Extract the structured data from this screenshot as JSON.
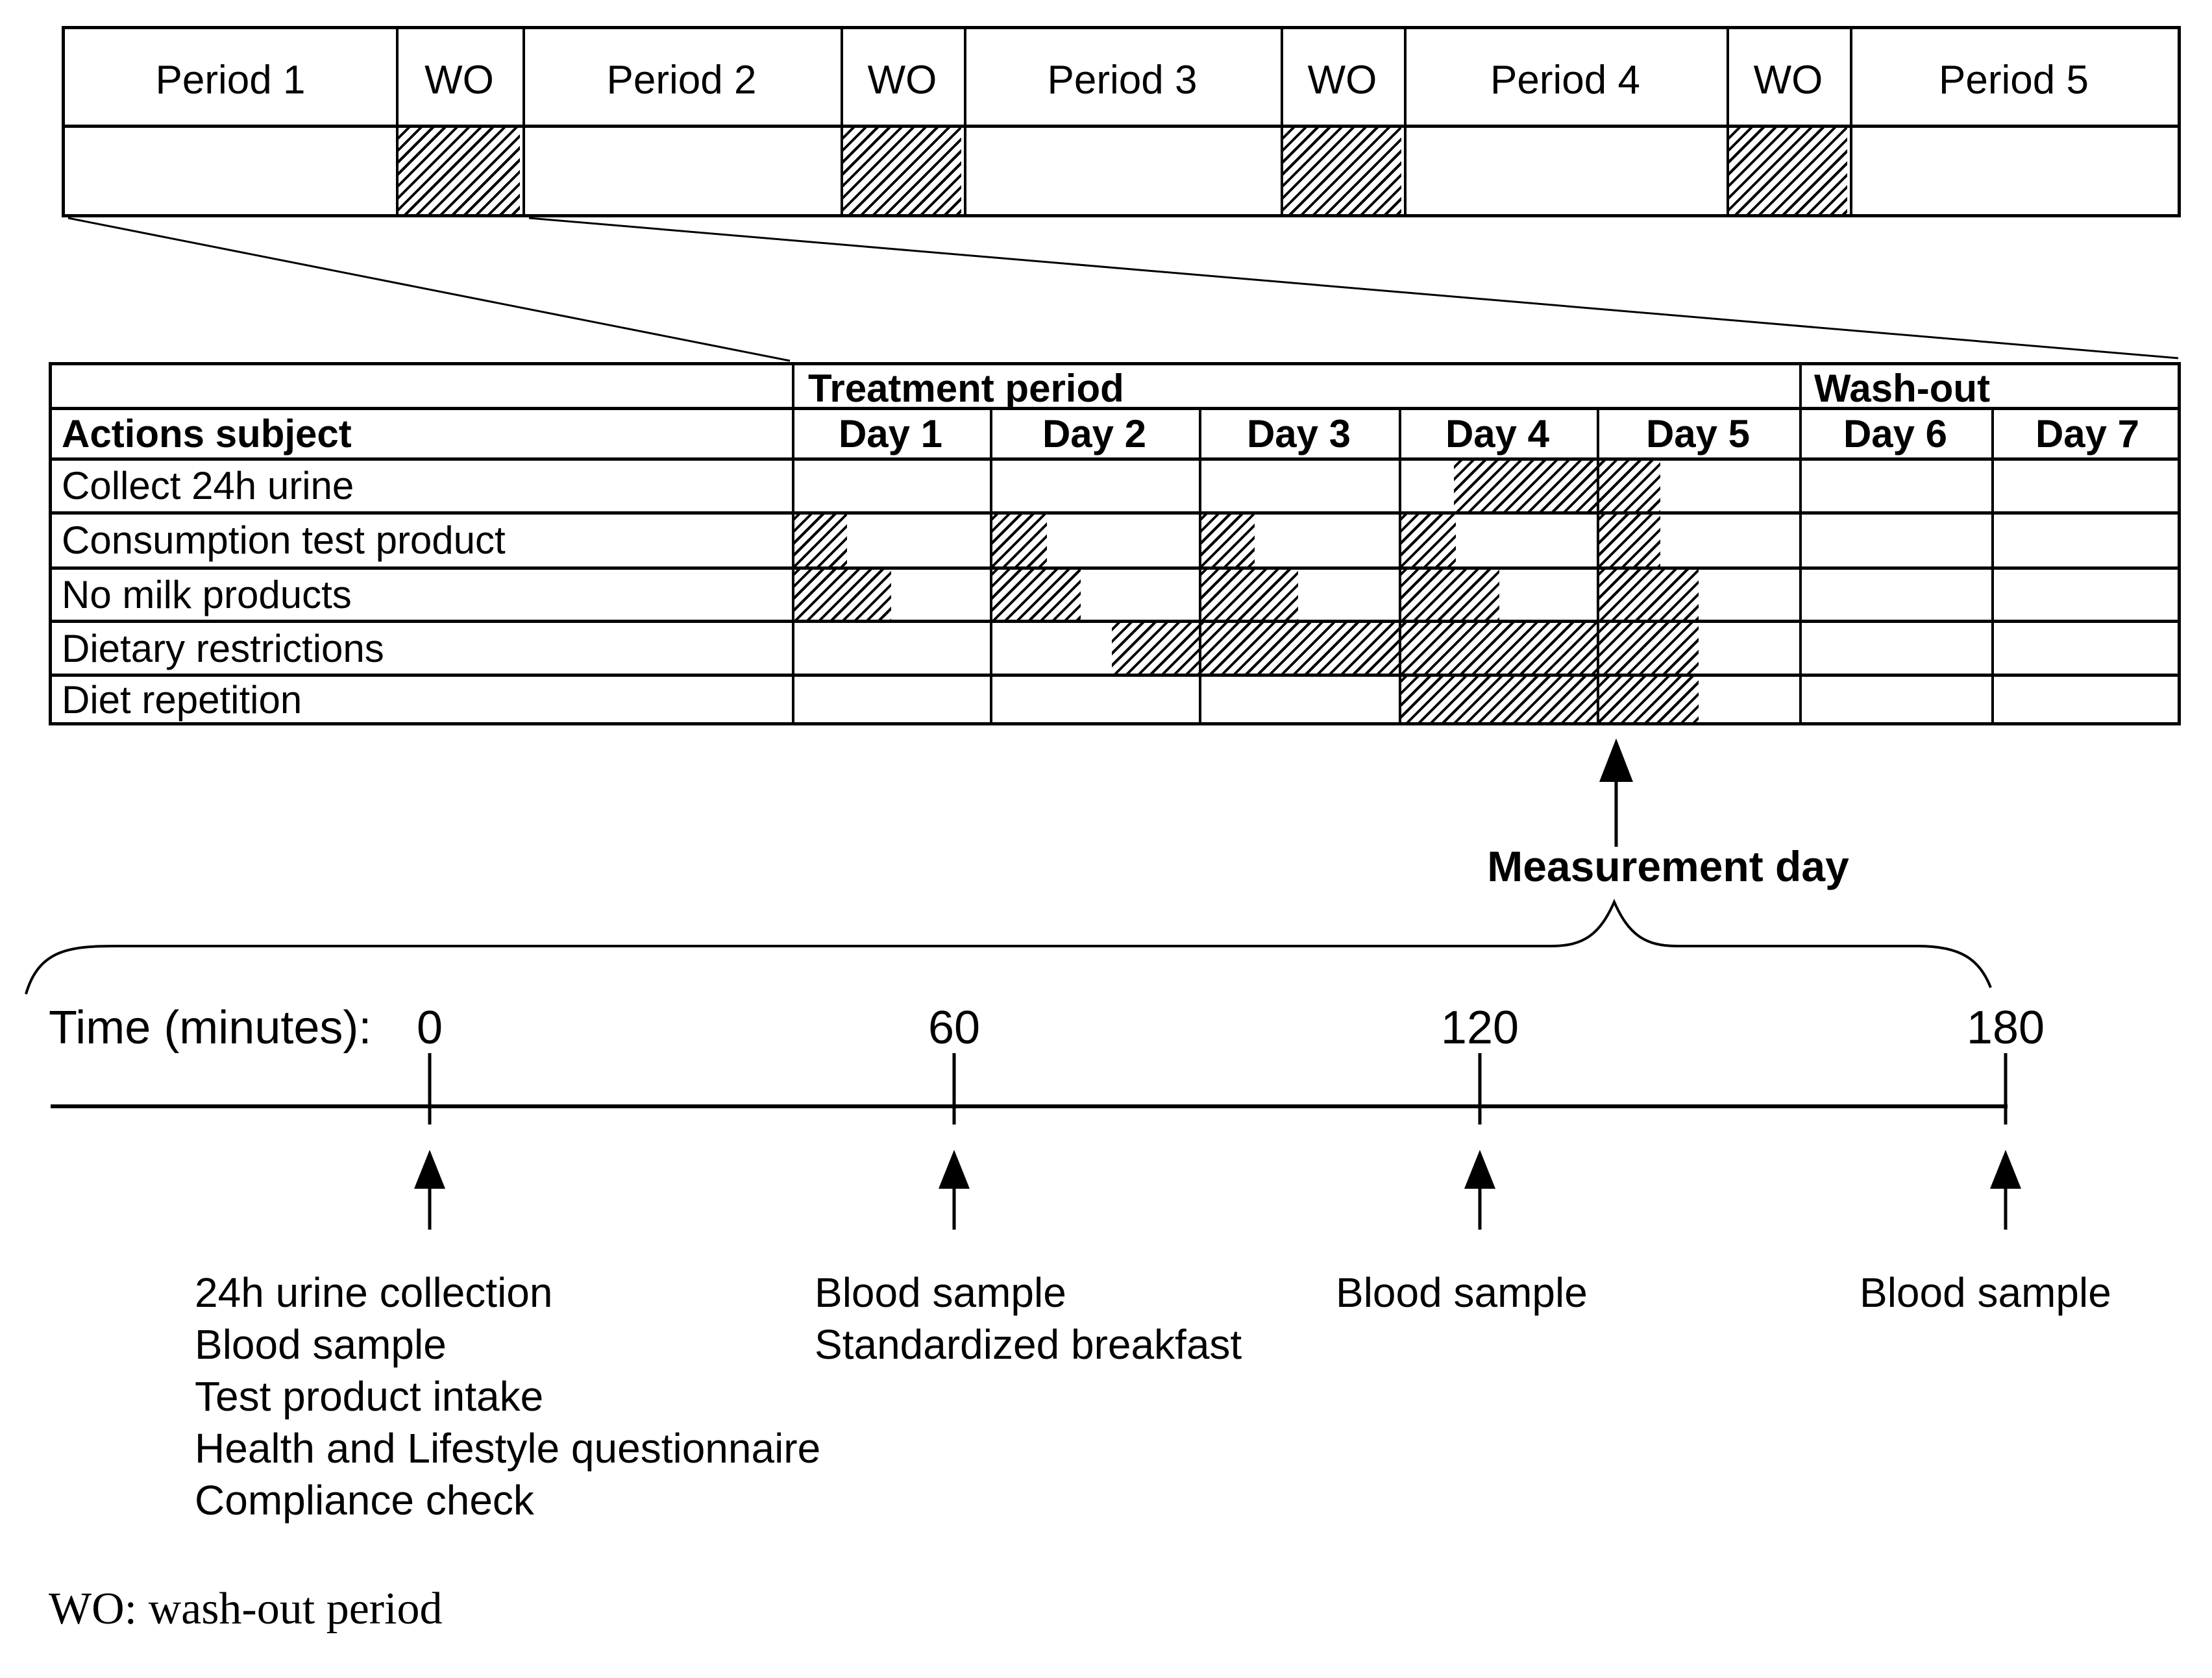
{
  "top_table": {
    "cells": [
      {
        "label": "Period 1",
        "type": "period"
      },
      {
        "label": "WO",
        "type": "washout"
      },
      {
        "label": "Period 2",
        "type": "period"
      },
      {
        "label": "WO",
        "type": "washout"
      },
      {
        "label": "Period 3",
        "type": "period"
      },
      {
        "label": "WO",
        "type": "washout"
      },
      {
        "label": "Period 4",
        "type": "period"
      },
      {
        "label": "WO",
        "type": "washout"
      },
      {
        "label": "Period 5",
        "type": "period"
      }
    ]
  },
  "middle_table": {
    "header_groups": {
      "treatment": "Treatment period",
      "washout": "Wash-out"
    },
    "col_header": "Actions subject",
    "day_headers": [
      "Day 1",
      "Day 2",
      "Day 3",
      "Day 4",
      "Day 5",
      "Day 6",
      "Day 7"
    ],
    "rows": [
      {
        "label": "Collect 24h urine"
      },
      {
        "label": "Consumption test product"
      },
      {
        "label": "No milk products"
      },
      {
        "label": "Dietary restrictions"
      },
      {
        "label": "Diet repetition"
      }
    ]
  },
  "schedule": {
    "note": "hatched intervals, expressed as day + fraction of day column",
    "rows": [
      {
        "action": "Collect 24h urine",
        "intervals": [
          {
            "from_day": 4,
            "from_frac": 0.28,
            "to_day": 5,
            "to_frac": 0.32
          }
        ]
      },
      {
        "action": "Consumption test product",
        "intervals": [
          {
            "from_day": 1,
            "from_frac": 0,
            "to_day": 1,
            "to_frac": 0.28
          },
          {
            "from_day": 2,
            "from_frac": 0,
            "to_day": 2,
            "to_frac": 0.28
          },
          {
            "from_day": 3,
            "from_frac": 0,
            "to_day": 3,
            "to_frac": 0.28
          },
          {
            "from_day": 4,
            "from_frac": 0,
            "to_day": 4,
            "to_frac": 0.29
          },
          {
            "from_day": 5,
            "from_frac": 0,
            "to_day": 5,
            "to_frac": 0.32
          }
        ]
      },
      {
        "action": "No milk products",
        "intervals": [
          {
            "from_day": 1,
            "from_frac": 0,
            "to_day": 1,
            "to_frac": 0.5
          },
          {
            "from_day": 2,
            "from_frac": 0,
            "to_day": 2,
            "to_frac": 0.44
          },
          {
            "from_day": 3,
            "from_frac": 0,
            "to_day": 3,
            "to_frac": 0.5
          },
          {
            "from_day": 4,
            "from_frac": 0,
            "to_day": 4,
            "to_frac": 0.5
          },
          {
            "from_day": 5,
            "from_frac": 0,
            "to_day": 5,
            "to_frac": 0.5
          }
        ]
      },
      {
        "action": "Dietary restrictions",
        "intervals": [
          {
            "from_day": 2,
            "from_frac": 0.6,
            "to_day": 5,
            "to_frac": 0.5
          }
        ]
      },
      {
        "action": "Diet repetition",
        "intervals": [
          {
            "from_day": 4,
            "from_frac": 0,
            "to_day": 5,
            "to_frac": 0.5
          }
        ]
      }
    ]
  },
  "measurement": {
    "label": "Measurement day",
    "points_to": "Day 5"
  },
  "timeline": {
    "axis_label": "Time (minutes):",
    "ticks": [
      "0",
      "60",
      "120",
      "180"
    ],
    "events": [
      {
        "time": "0",
        "lines": [
          "24h urine collection",
          "Blood sample",
          "Test product intake",
          "Health and Lifestyle questionnaire",
          "Compliance check"
        ]
      },
      {
        "time": "60",
        "lines": [
          "Blood sample",
          "Standardized breakfast"
        ]
      },
      {
        "time": "120",
        "lines": [
          "Blood sample"
        ]
      },
      {
        "time": "180",
        "lines": [
          "Blood sample"
        ]
      }
    ]
  },
  "footnote": "WO: wash-out period",
  "colors": {
    "ink": "#000000",
    "background": "#ffffff"
  }
}
